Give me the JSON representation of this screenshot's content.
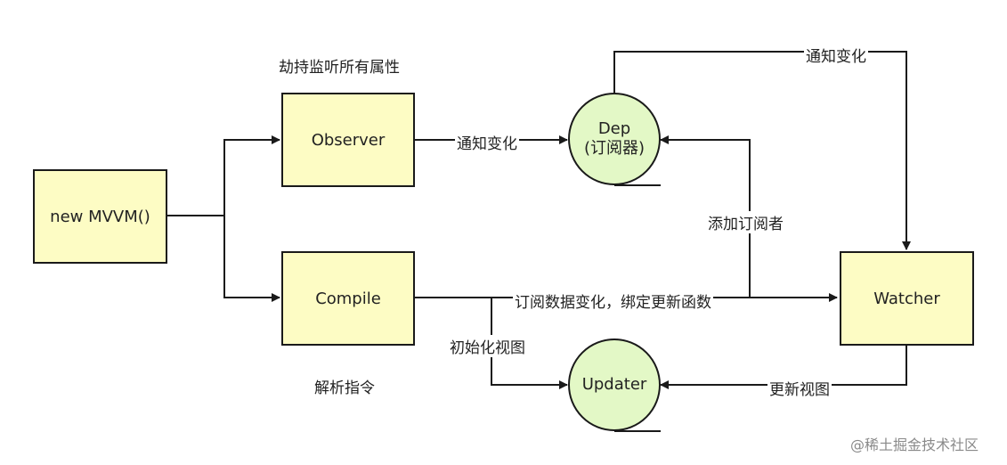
{
  "nodes": {
    "new_mvvm": "new MVVM()",
    "observer": "Observer",
    "compile": "Compile",
    "dep_title": "Dep",
    "dep_sub": "(订阅器)",
    "updater": "Updater",
    "watcher": "Watcher"
  },
  "labels": {
    "hijack": "劫持监听所有属性",
    "parse": "解析指令",
    "notify_observer_dep": "通知变化",
    "notify_dep_watcher": "通知变化",
    "add_subscriber": "添加订阅者",
    "subscribe_bind": "订阅数据变化，绑定更新函数",
    "init_view": "初始化视图",
    "update_view": "更新视图"
  },
  "watermark": "@稀土掘金技术社区",
  "colors": {
    "box_fill": "#fdfcc4",
    "circle_fill": "#e3f8c6",
    "line": "#1a1a1a"
  }
}
